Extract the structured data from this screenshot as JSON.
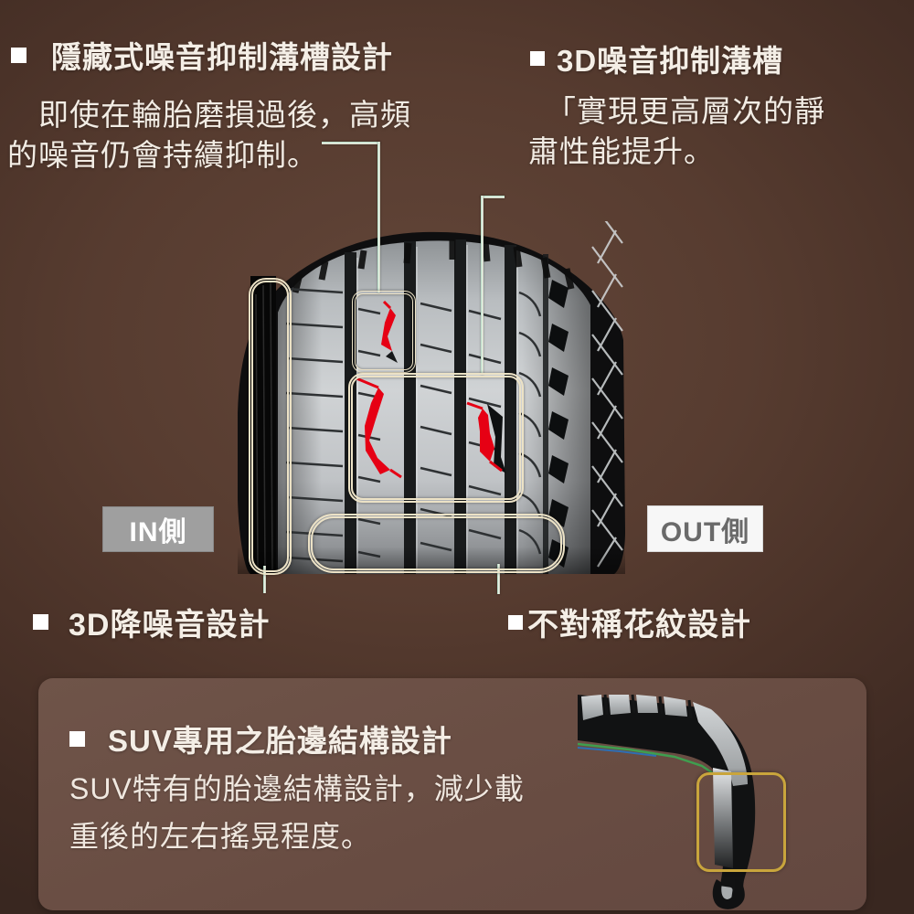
{
  "colors": {
    "background_brown": "#553a2f",
    "panel_brown": "#6a5046",
    "accent_red": "#e60014",
    "callout_border_cream": "#ece2c6",
    "highlight_gold": "#c9a53c",
    "in_label_bg": "#9f9f9f",
    "out_label_bg": "#f7f7f7"
  },
  "features": {
    "hidden_groove": {
      "title": "隱藏式噪音抑制溝槽設計",
      "line1": "即使在輪胎磨損過後，高頻",
      "line2": "的噪音仍會持續抑制。"
    },
    "groove_3d": {
      "title": "3D噪音抑制溝槽",
      "line1": "「實現更高層次的靜",
      "line2": "肅性能提升。"
    },
    "noise_design_label": "3D降噪音設計",
    "asymmetric_label": "不對稱花紋設計",
    "suv": {
      "title": "SUV專用之胎邊結構設計",
      "line1": "SUV特有的胎邊結構設計，減少載",
      "line2": "重後的左右搖晃程度。"
    }
  },
  "tire": {
    "in_side": "IN側",
    "out_side": "OUT側"
  }
}
